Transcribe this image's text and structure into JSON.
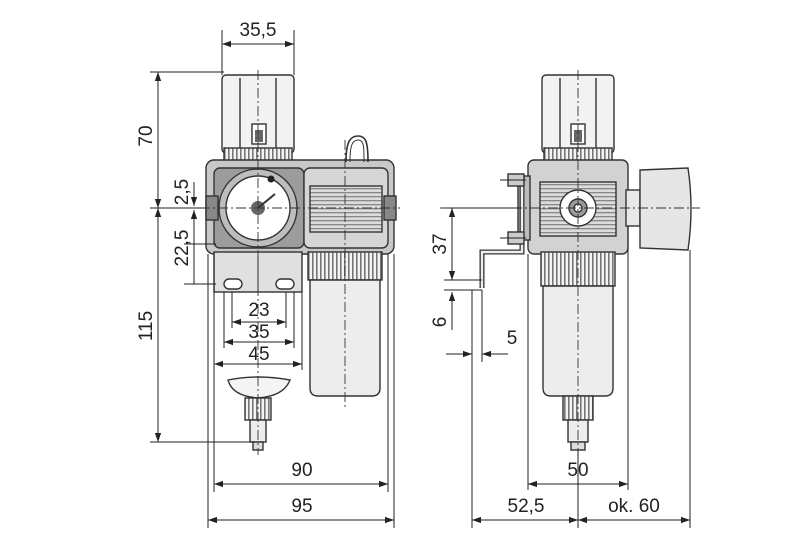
{
  "dimensions": {
    "knob_width": "35,5",
    "regulator_height": "70",
    "gauge_center_offset_top": "2,5",
    "gauge_center_offset": "22,5",
    "bottom_height": "115",
    "bracket_hole_23": "23",
    "bracket_hole_35": "35",
    "bracket_hole_45": "45",
    "body_width_90": "90",
    "overall_width_95": "95",
    "side_height_37": "37",
    "side_bracket_6": "6",
    "side_bracket_5": "5",
    "side_width_50": "50",
    "side_depth_52_5": "52,5",
    "side_approx_60": "ok. 60"
  },
  "colors": {
    "line": "#222222",
    "body_light": "#e2e2e2",
    "body_mid": "#c6c6c6",
    "body_dark": "#9a9a9a"
  }
}
